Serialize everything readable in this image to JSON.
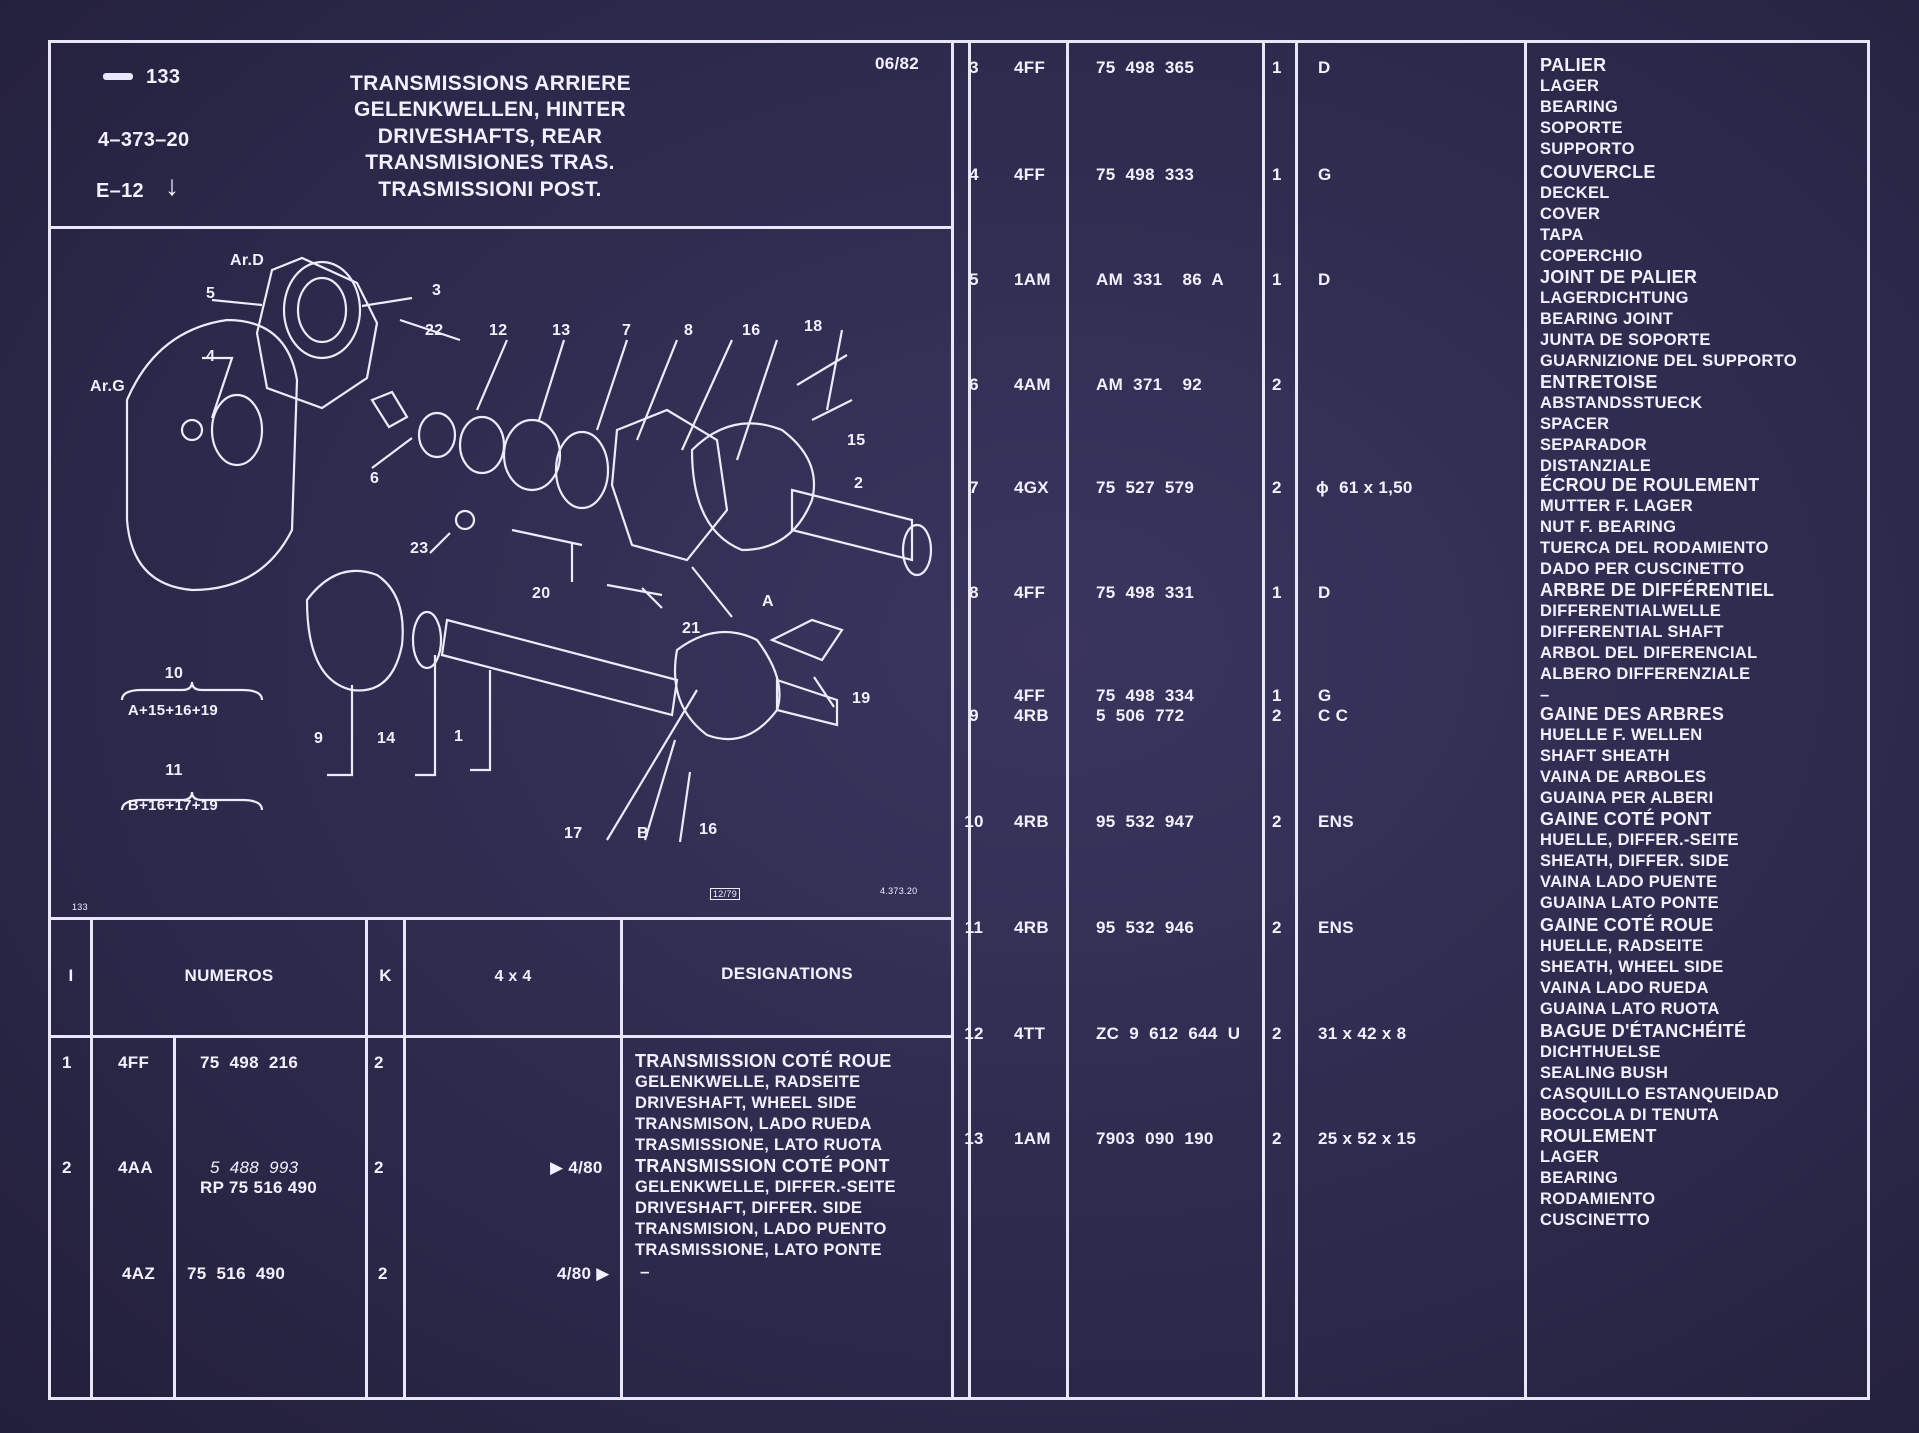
{
  "header": {
    "page_no": "133",
    "ref": "4–373–20",
    "section": "E–12",
    "arrow": "↓",
    "date": "06/82",
    "titles": [
      "TRANSMISSIONS ARRIERE",
      "GELENKWELLEN, HINTER",
      "DRIVESHAFTS, REAR",
      "TRANSMISIONES TRAS.",
      "TRASMISSIONI POST."
    ]
  },
  "diagram": {
    "labels": [
      "Ar.D",
      "Ar.G",
      "5",
      "3",
      "4",
      "22",
      "12",
      "13",
      "7",
      "8",
      "16",
      "18",
      "15",
      "2",
      "6",
      "23",
      "20",
      "21",
      "A",
      "9",
      "14",
      "1",
      "17",
      "B",
      "16",
      "19",
      "10",
      "A+15+16+19",
      "11",
      "B+16+17+19"
    ],
    "footer_left": "133",
    "footer_mid": "12/79",
    "footer_right": "4.373.20"
  },
  "columns": {
    "i": "I",
    "numeros": "NUMEROS",
    "k": "K",
    "model": "4 x 4",
    "designations": "DESIGNATIONS"
  },
  "left_rows": [
    {
      "i": "1",
      "code": "4FF",
      "number": "75  498  216",
      "k": "2",
      "model": "",
      "desc": [
        "TRANSMISSION COTÉ ROUE",
        "GELENKWELLE, RADSEITE",
        "DRIVESHAFT, WHEEL SIDE",
        "TRANSMISON, LADO RUEDA",
        "TRASMISSIONE, LATO RUOTA"
      ]
    },
    {
      "i": "2",
      "code": "4AA",
      "number": "5  488  993",
      "number2": "RP 75 516 490",
      "k": "2",
      "model": "▶ 4/80",
      "desc": [
        "TRANSMISSION COTÉ PONT",
        "GELENKWELLE, DIFFER.-SEITE",
        "DRIVESHAFT, DIFFER. SIDE",
        "TRANSMISION, LADO PUENTO",
        "TRASMISSIONE, LATO PONTE"
      ]
    },
    {
      "i": "",
      "code": "4AZ",
      "number": "75  516  490",
      "k": "2",
      "model": "4/80 ▶",
      "desc": [
        "–"
      ]
    }
  ],
  "right_rows": [
    {
      "i": "3",
      "code": "4FF",
      "number": "75  498  365",
      "k": "1",
      "spec": "D",
      "desc": [
        "PALIER",
        "LAGER",
        "BEARING",
        "SOPORTE",
        "SUPPORTO"
      ]
    },
    {
      "i": "4",
      "code": "4FF",
      "number": "75  498  333",
      "k": "1",
      "spec": "G",
      "desc": [
        "COUVERCLE",
        "DECKEL",
        "COVER",
        "TAPA",
        "COPERCHIO"
      ]
    },
    {
      "i": "5",
      "code": "1AM",
      "number": "AM  331    86  A",
      "k": "1",
      "spec": "D",
      "desc": [
        "JOINT DE PALIER",
        "LAGERDICHTUNG",
        "BEARING JOINT",
        "JUNTA DE SOPORTE",
        "GUARNIZIONE DEL SUPPORTO"
      ]
    },
    {
      "i": "6",
      "code": "4AM",
      "number": "AM  371    92",
      "k": "2",
      "spec": "",
      "desc": [
        "ENTRETOISE",
        "ABSTANDSSTUECK",
        "SPACER",
        "SEPARADOR",
        "DISTANZIALE"
      ]
    },
    {
      "i": "7",
      "code": "4GX",
      "number": "75  527  579",
      "k": "2",
      "spec": "ϕ  61 x 1,50",
      "desc": [
        "ÉCROU DE ROULEMENT",
        "MUTTER F. LAGER",
        "NUT F. BEARING",
        "TUERCA DEL RODAMIENTO",
        "DADO PER CUSCINETTO"
      ]
    },
    {
      "i": "8",
      "code": "4FF",
      "number": "75  498  331",
      "k": "1",
      "spec": "D",
      "desc": [
        "ARBRE DE DIFFÉRENTIEL",
        "DIFFERENTIALWELLE",
        "DIFFERENTIAL SHAFT",
        "ARBOL DEL DIFERENCIAL",
        "ALBERO DIFFERENZIALE",
        "–"
      ]
    },
    {
      "i": "9",
      "code": "4FF",
      "code2": "4RB",
      "number": "75  498  334",
      "number2": "5  506  772",
      "k": "1",
      "k2": "2",
      "spec": "G",
      "spec2": "C C",
      "desc": [
        "GAINE DES ARBRES",
        "HUELLE F. WELLEN",
        "SHAFT SHEATH",
        "VAINA DE ARBOLES",
        "GUAINA PER ALBERI"
      ]
    },
    {
      "i": "10",
      "code": "4RB",
      "number": "95  532  947",
      "k": "2",
      "spec": "ENS",
      "desc": [
        "GAINE COTÉ PONT",
        "HUELLE, DIFFER.-SEITE",
        "SHEATH, DIFFER. SIDE",
        "VAINA LADO PUENTE",
        "GUAINA LATO PONTE"
      ]
    },
    {
      "i": "11",
      "code": "4RB",
      "number": "95  532  946",
      "k": "2",
      "spec": "ENS",
      "desc": [
        "GAINE COTÉ ROUE",
        "HUELLE, RADSEITE",
        "SHEATH, WHEEL SIDE",
        "VAINA LADO RUEDA",
        "GUAINA LATO RUOTA"
      ]
    },
    {
      "i": "12",
      "code": "4TT",
      "number": "ZC  9  612  644  U",
      "k": "2",
      "spec": "31 x 42 x 8",
      "desc": [
        "BAGUE D'ÉTANCHÉITÉ",
        "DICHTHUELSE",
        "SEALING BUSH",
        "CASQUILLO ESTANQUEIDAD",
        "BOCCOLA DI TENUTA"
      ]
    },
    {
      "i": "13",
      "code": "1AM",
      "number": "7903  090  190",
      "k": "2",
      "spec": "25 x 52 x 15",
      "desc": [
        "ROULEMENT",
        "LAGER",
        "BEARING",
        "RODAMIENTO",
        "CUSCINETTO"
      ]
    }
  ]
}
